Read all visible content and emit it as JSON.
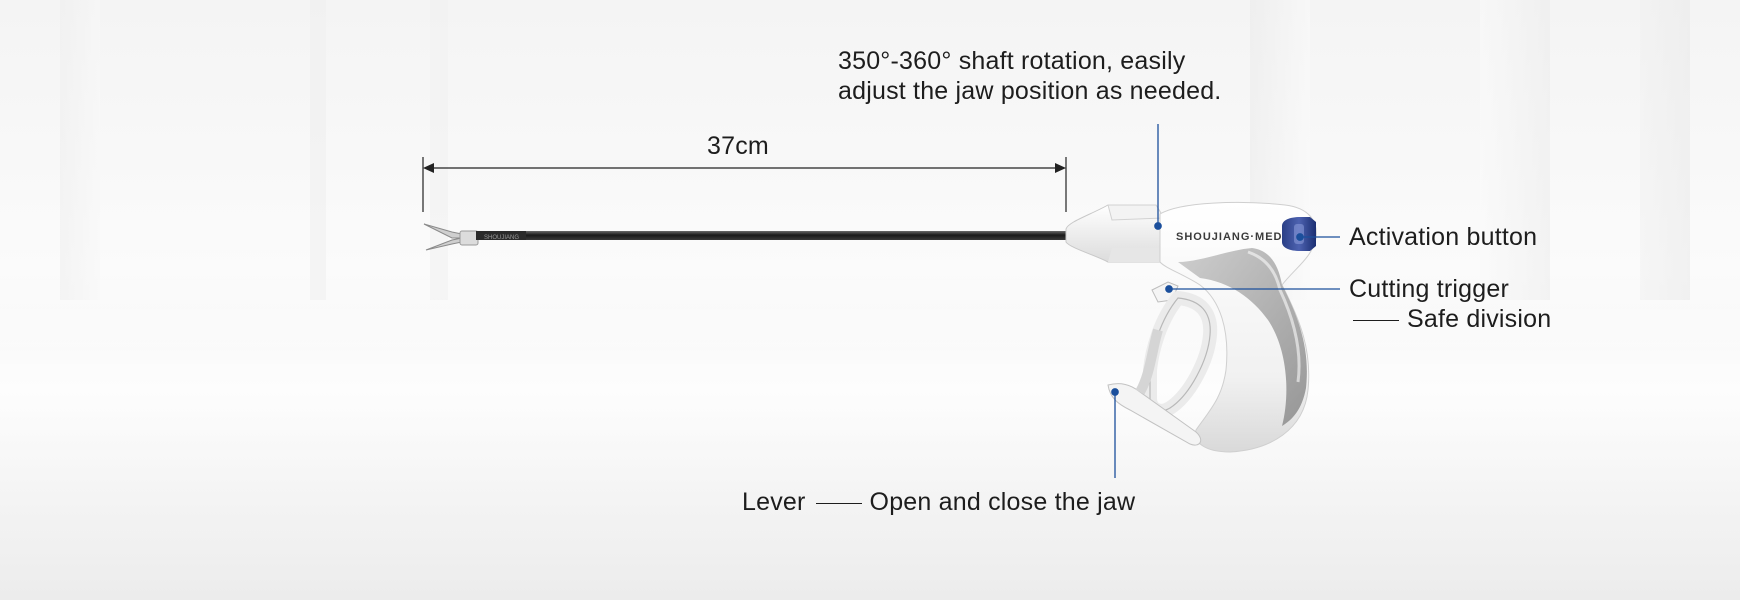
{
  "annotations": {
    "rotation": {
      "line1": "350°-360° shaft rotation, easily",
      "line2": "adjust the jaw position as needed."
    },
    "length": {
      "text": "37cm"
    },
    "activation_button": {
      "text": "Activation button"
    },
    "cutting_trigger": {
      "line1": "Cutting trigger",
      "line2": "Safe division"
    },
    "lever": {
      "part": "Lever",
      "description": "Open and close the jaw"
    }
  },
  "device": {
    "brand": "SHOUJIANG·MED",
    "shaft_marking": "SHOUJIANG",
    "accent_color": "#1c3f8f",
    "leader_color": "#1b4f9c"
  }
}
